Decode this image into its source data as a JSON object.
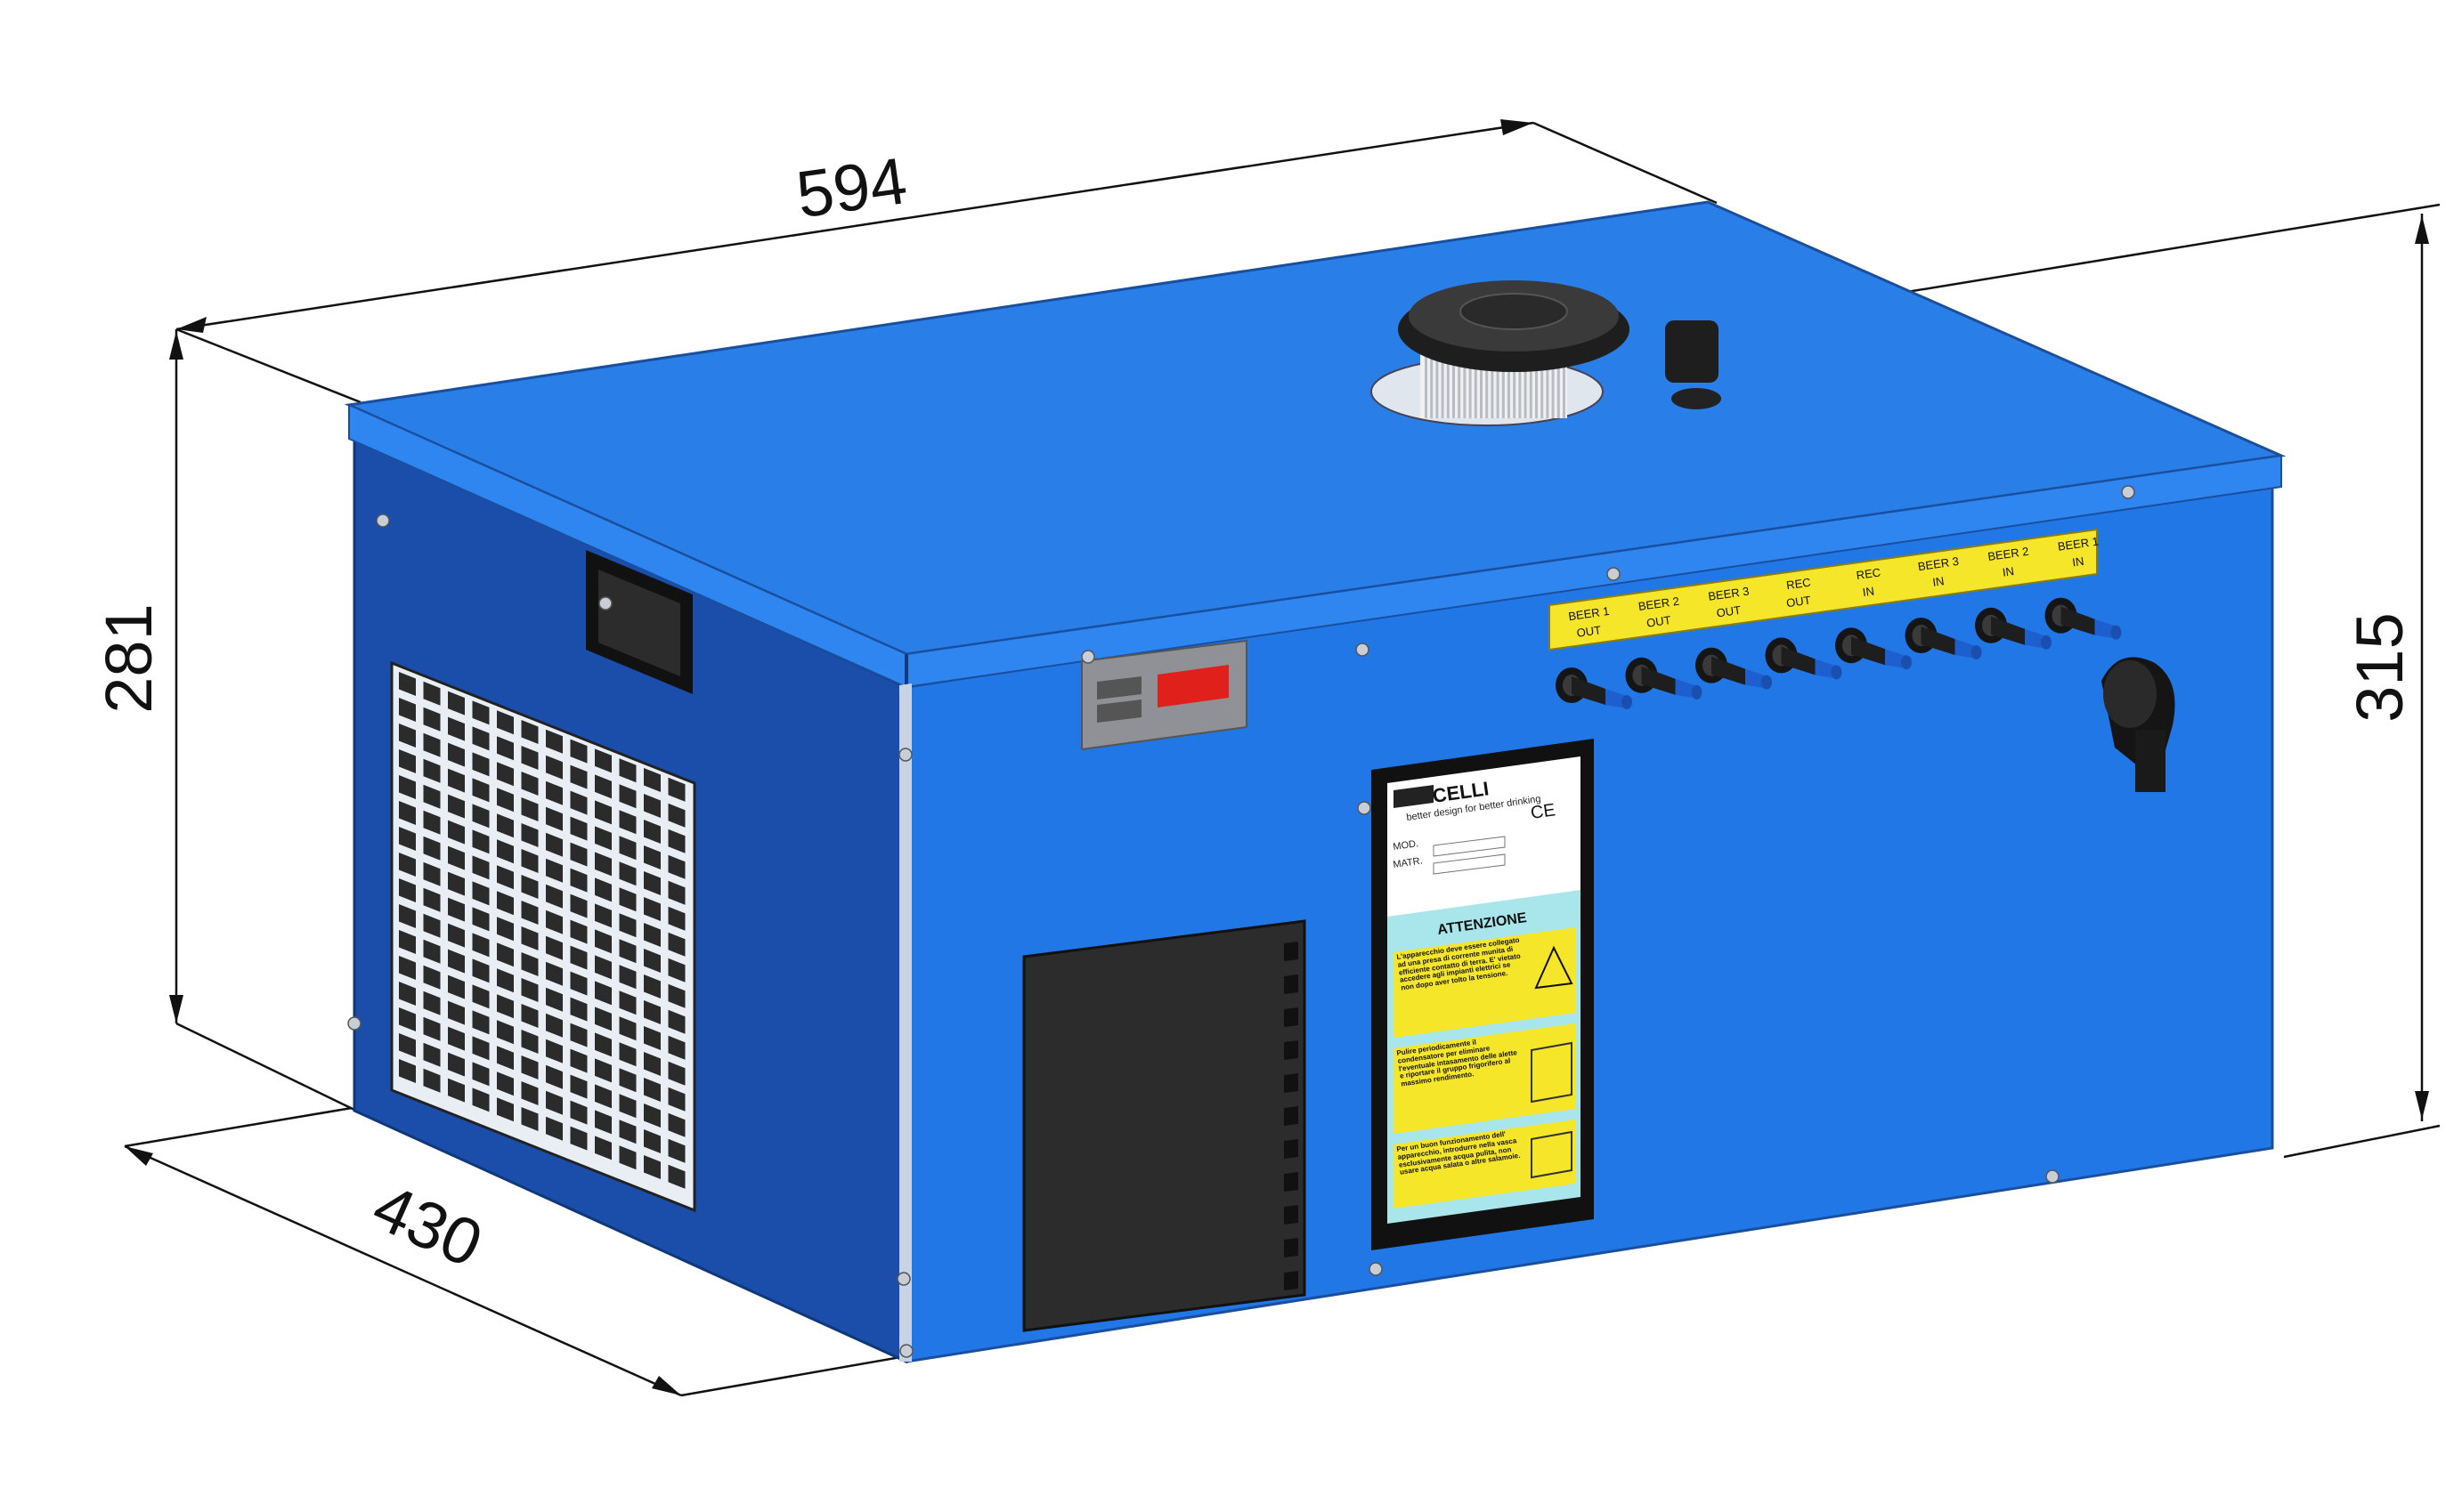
{
  "dimensions": {
    "width": "594",
    "depth": "430",
    "height_front": "281",
    "height_overall": "315"
  },
  "ports": [
    {
      "line1": "BEER 1",
      "line2": "OUT"
    },
    {
      "line1": "BEER 2",
      "line2": "OUT"
    },
    {
      "line1": "BEER 3",
      "line2": "OUT"
    },
    {
      "line1": "REC",
      "line2": "OUT"
    },
    {
      "line1": "REC",
      "line2": "IN"
    },
    {
      "line1": "BEER 3",
      "line2": "IN"
    },
    {
      "line1": "BEER 2",
      "line2": "IN"
    },
    {
      "line1": "BEER 1",
      "line2": "IN"
    }
  ],
  "nameplate": {
    "brand": "CELLI",
    "tagline": "better design for better drinking",
    "ce_mark": "CE",
    "mod_label": "MOD.",
    "matr_label": "MATR.",
    "attention_title": "ATTENZIONE",
    "warning_1": "L'apparecchio deve essere collegato ad una presa di corrente munita di efficiente contatto di terra. E' vietato accedere agli impianti elettrici se non dopo aver tolto la tensione.",
    "warning_2": "Pulire periodicamente il condensatore per eliminare l'eventuale intasamento delle alette e riportare il gruppo frigorifero al massimo rendimento.",
    "warning_3": "Per un buon funzionamento dell' apparecchio, introdurre nella vasca esclusivamente acqua pulita, non usare acqua salata o altre salamoie."
  },
  "colors": {
    "body_front": "#2277e6",
    "body_side": "#1a50a8",
    "label_yellow": "#f5e62a",
    "attention_cyan": "#a8e6ec",
    "controller_display": "#e0201a"
  }
}
